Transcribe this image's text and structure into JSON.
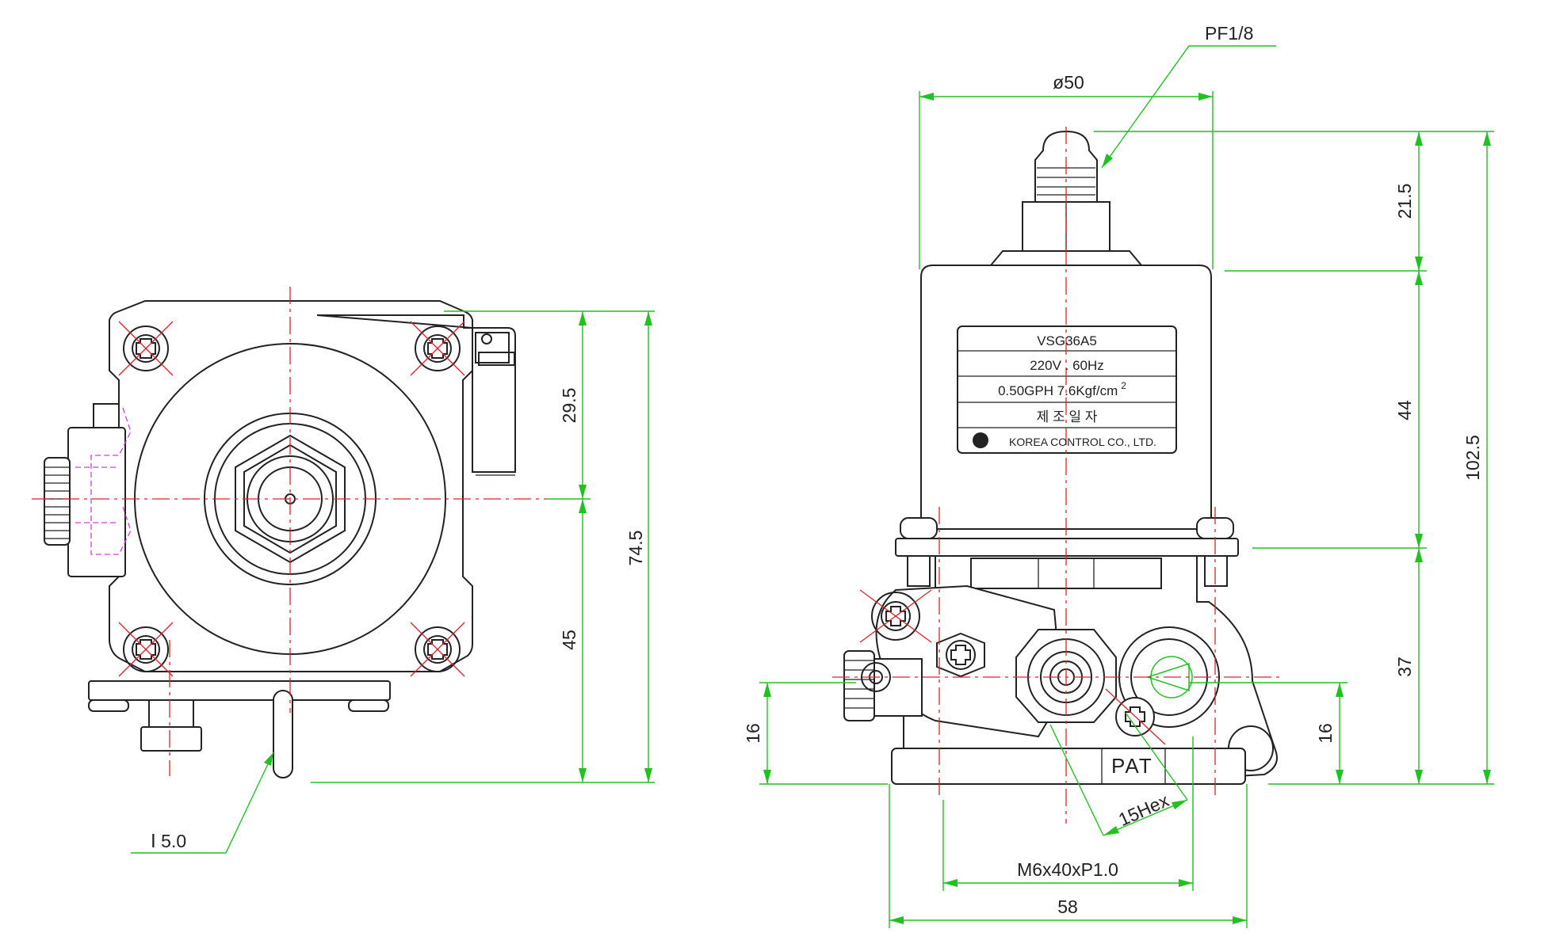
{
  "colors": {
    "outline": "#222222",
    "center_line": "#e0202a",
    "dimension": "#1fc21f",
    "hidden_line": "#d040d0",
    "background": "#ffffff"
  },
  "dimensions": {
    "d_29_5": "29.5",
    "d_45": "45",
    "d_74_5": "74.5",
    "d_15_0": "Ⅰ 5.0",
    "d_pf": "PF1/8",
    "d_phi50": "ø50",
    "d_21_5": "21.5",
    "d_44": "44",
    "d_102_5": "102.5",
    "d_37": "37",
    "d_16_left": "16",
    "d_16_right": "16",
    "d_15hex": "15Hex",
    "d_m6": "M6x40xP1.0",
    "d_58": "58"
  },
  "label": {
    "model": "VSG36A5",
    "voltage": "220V . 60Hz",
    "spec": "0.50GPH 7.6Kgf/cm",
    "spec_sup": "2",
    "korean": "제 조 일 자",
    "maker": "KOREA CONTROL CO., LTD."
  },
  "base_mark": "PAT"
}
